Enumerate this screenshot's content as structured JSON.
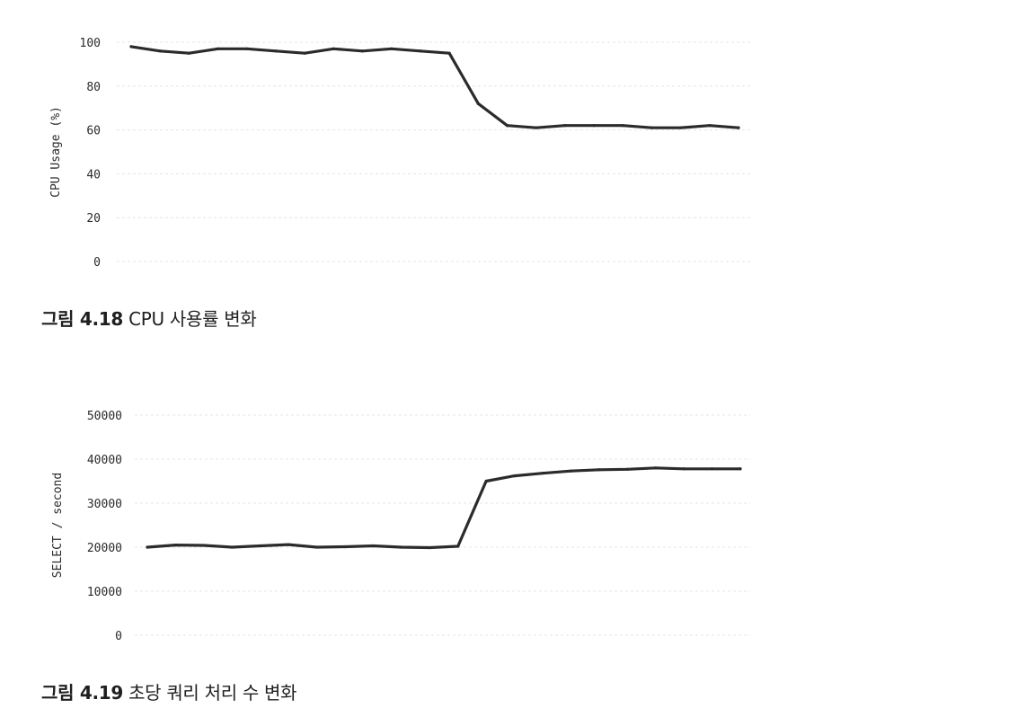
{
  "chart_data": [
    {
      "type": "line",
      "ylabel": "CPU Usage (%)",
      "ylim": [
        0,
        100
      ],
      "yticks": [
        0,
        20,
        40,
        60,
        80,
        100
      ],
      "grid": true,
      "x": [
        1,
        2,
        3,
        4,
        5,
        6,
        7,
        8,
        9,
        10,
        11,
        12,
        13,
        14,
        15,
        16,
        17,
        18,
        19,
        20,
        21,
        22
      ],
      "series": [
        {
          "values": [
            98,
            96,
            95,
            97,
            97,
            96,
            95,
            97,
            96,
            97,
            96,
            95,
            72,
            62,
            61,
            62,
            62,
            62,
            61,
            61,
            62,
            61
          ]
        }
      ],
      "caption": {
        "prefix": "그림 4.18",
        "text": "CPU 사용률 변화"
      }
    },
    {
      "type": "line",
      "ylabel": "SELECT / second",
      "ylim": [
        0,
        50000
      ],
      "yticks": [
        0,
        10000,
        20000,
        30000,
        40000,
        50000
      ],
      "grid": true,
      "x": [
        1,
        2,
        3,
        4,
        5,
        6,
        7,
        8,
        9,
        10,
        11,
        12,
        13,
        14,
        15,
        16,
        17,
        18,
        19,
        20,
        21,
        22
      ],
      "series": [
        {
          "values": [
            20000,
            20500,
            20400,
            20000,
            20300,
            20600,
            20000,
            20100,
            20300,
            20000,
            19900,
            20200,
            35000,
            36200,
            36800,
            37300,
            37600,
            37700,
            38000,
            37800,
            37800,
            37800
          ]
        }
      ],
      "caption": {
        "prefix": "그림 4.19",
        "text": "초당 쿼리 처리 수 변화"
      }
    }
  ]
}
